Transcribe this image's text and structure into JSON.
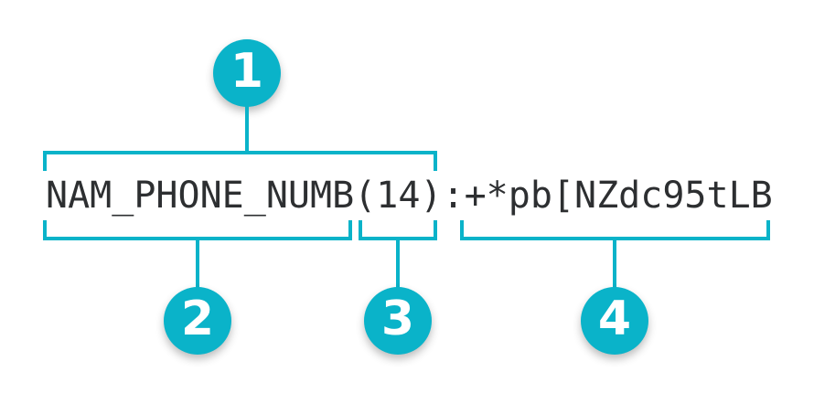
{
  "colors": {
    "accent": "#0ab3c9",
    "text": "#2d2f31",
    "background": "#ffffff",
    "callout_text": "#ffffff"
  },
  "code": {
    "field_name": "NAM_PHONE_NUMB",
    "length": "(14)",
    "separator": ":",
    "masked_value": "+*pb[NZdc95tLB"
  },
  "callouts": [
    {
      "number": "1"
    },
    {
      "number": "2"
    },
    {
      "number": "3"
    },
    {
      "number": "4"
    }
  ]
}
